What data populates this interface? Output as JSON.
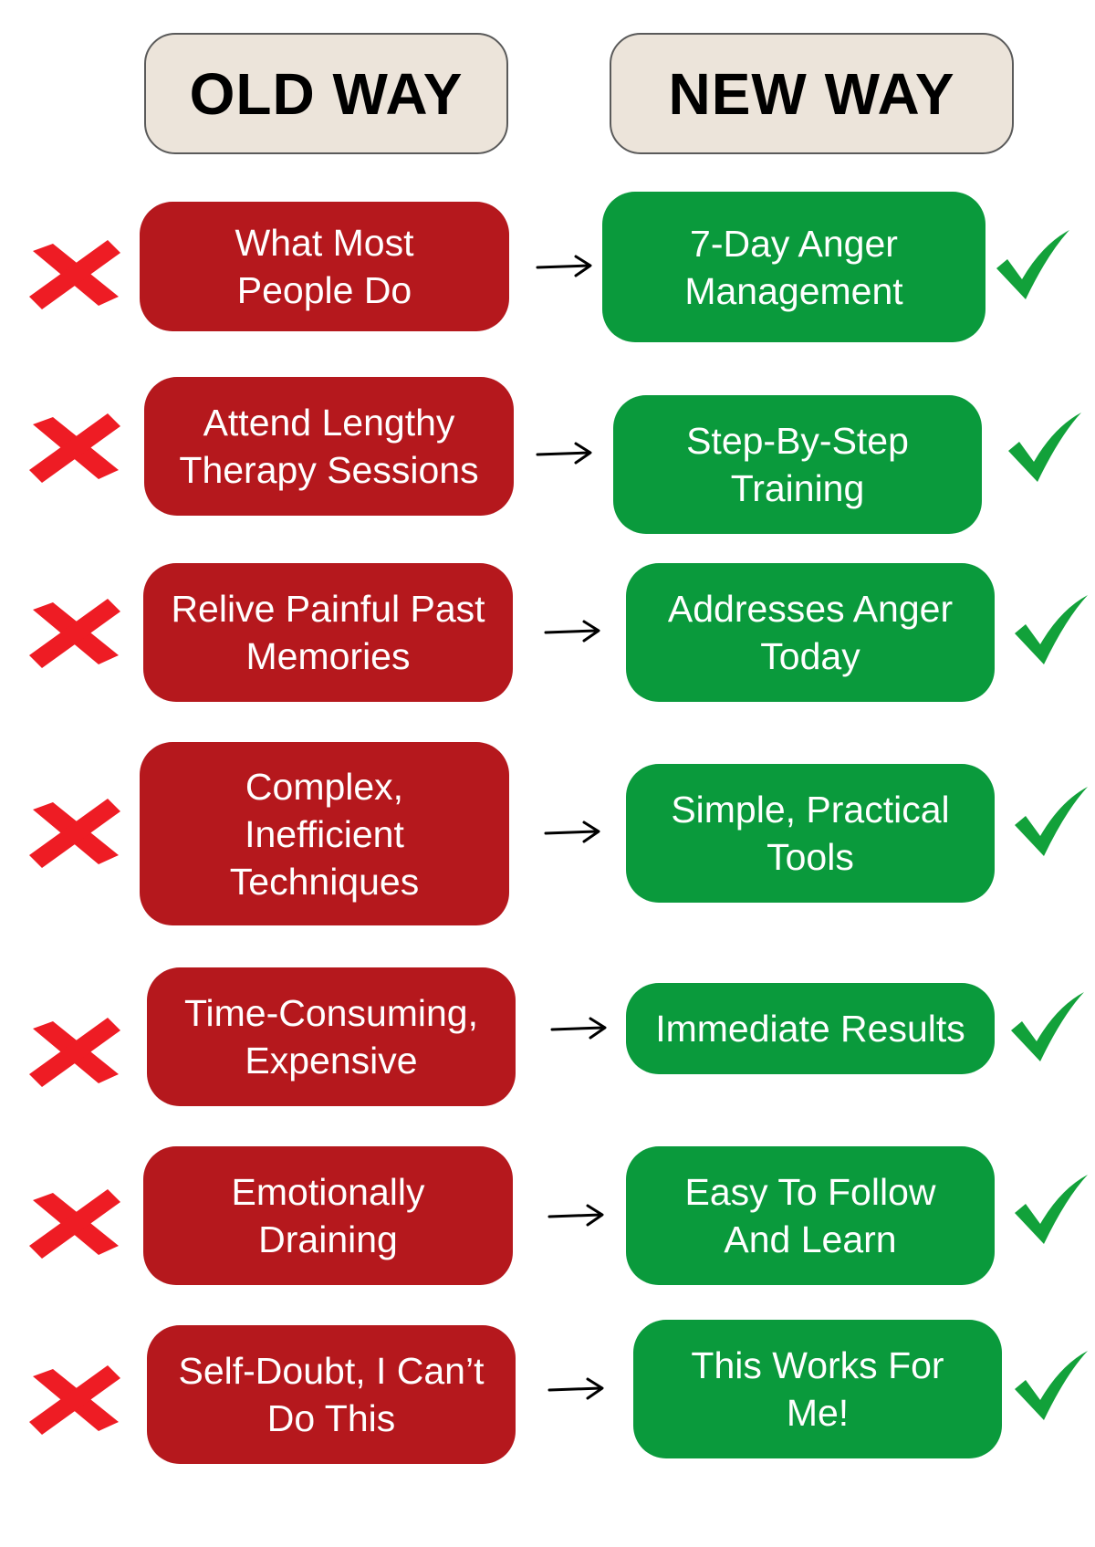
{
  "headers": {
    "old": "OLD WAY",
    "new": "NEW WAY"
  },
  "colors": {
    "old_box": "#b5181d",
    "new_box": "#0a9a3c",
    "header_bg": "#ece4da",
    "cross": "#ee1c24",
    "check": "#12a13a"
  },
  "icons": {
    "old": "cross-icon",
    "new": "check-icon",
    "connector": "arrow-right-icon"
  },
  "rows": [
    {
      "old": "What Most\nPeople Do",
      "new": "7-Day Anger\nManagement"
    },
    {
      "old": "Attend Lengthy\nTherapy Sessions",
      "new": "Step-By-Step\nTraining"
    },
    {
      "old": "Relive Painful Past\nMemories",
      "new": "Addresses Anger\nToday"
    },
    {
      "old": "Complex,\nInefficient\nTechniques",
      "new": "Simple, Practical\nTools"
    },
    {
      "old": "Time-Consuming,\nExpensive",
      "new": "Immediate Results"
    },
    {
      "old": "Emotionally\nDraining",
      "new": "Easy To Follow\nAnd Learn"
    },
    {
      "old": "Self-Doubt, I Can’t\nDo This",
      "new": "This Works For\nMe!"
    }
  ]
}
